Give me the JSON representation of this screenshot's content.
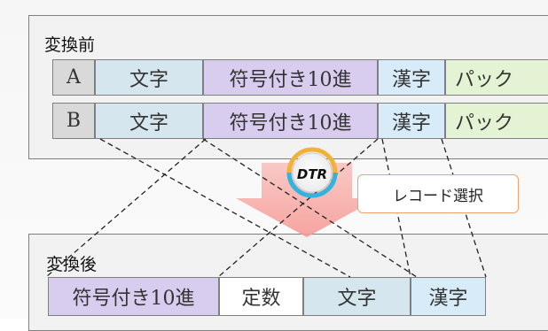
{
  "before": {
    "title": "変換前",
    "rows": [
      [
        "A",
        "文字",
        "符号付き10進",
        "漢字",
        "パック"
      ],
      [
        "B",
        "文字",
        "符号付き10進",
        "漢字",
        "パック"
      ]
    ]
  },
  "after": {
    "title": "変換後",
    "cells": [
      "符号付き10進",
      "定数",
      "文字",
      "漢字"
    ]
  },
  "badge": {
    "text": "DTR"
  },
  "callout": {
    "text": "レコード選択"
  },
  "colors": {
    "key": "#d9d9d9",
    "char": "#d5e6ee",
    "decimal": "#d9cdef",
    "kanji": "#d7ecf8",
    "pack": "#e3f3d4",
    "constant": "#ffffff",
    "arrow": "#f8aaa6",
    "callout_border": "#f4a06a",
    "badge_ring": "#2fb5e0"
  }
}
